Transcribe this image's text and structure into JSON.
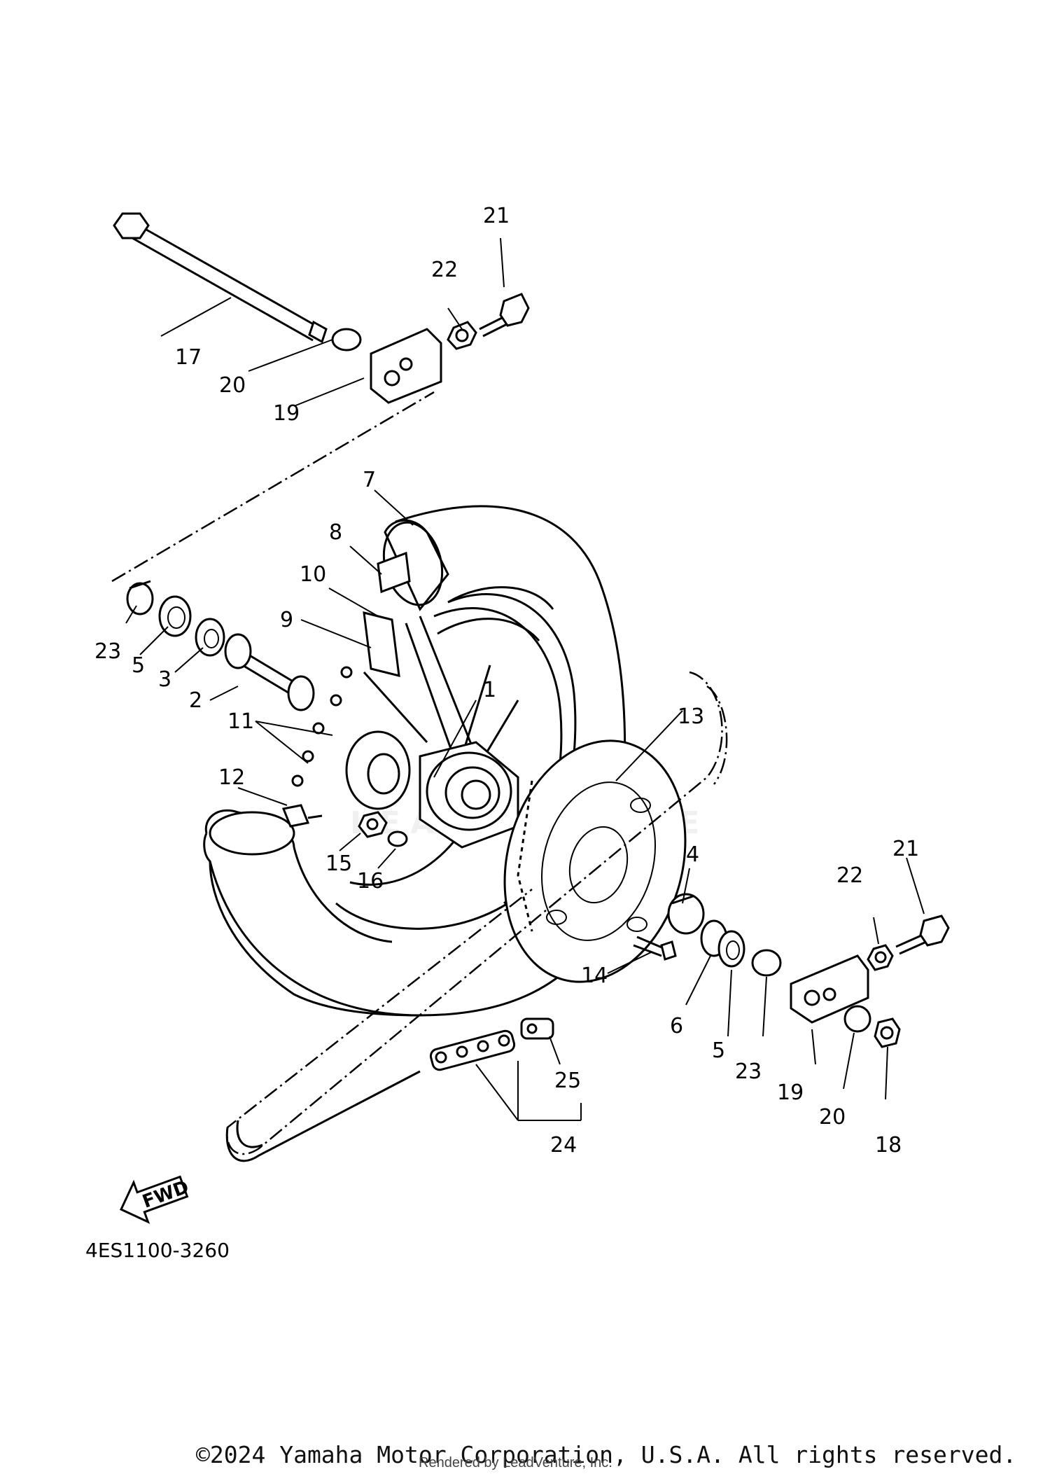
{
  "diagram": {
    "part_code": "4ES1100-3260",
    "fwd_label": "FWD",
    "callouts": {
      "c1": "1",
      "c2": "2",
      "c3": "3",
      "c4": "4",
      "c5a": "5",
      "c5b": "5",
      "c6": "6",
      "c7": "7",
      "c8": "8",
      "c9": "9",
      "c10": "10",
      "c11": "11",
      "c12": "12",
      "c13": "13",
      "c14": "14",
      "c15": "15",
      "c16": "16",
      "c17": "17",
      "c18": "18",
      "c19a": "19",
      "c19b": "19",
      "c20a": "20",
      "c20b": "20",
      "c21a": "21",
      "c21b": "21",
      "c22a": "22",
      "c22b": "22",
      "c23a": "23",
      "c23b": "23",
      "c24": "24",
      "c25": "25"
    },
    "watermark": "LEADVENTURE"
  },
  "footer": {
    "copyright": "©2024 Yamaha Motor Corporation, U.S.A. All rights reserved.",
    "rendered_by": "Rendered by LeadVenture, Inc."
  }
}
